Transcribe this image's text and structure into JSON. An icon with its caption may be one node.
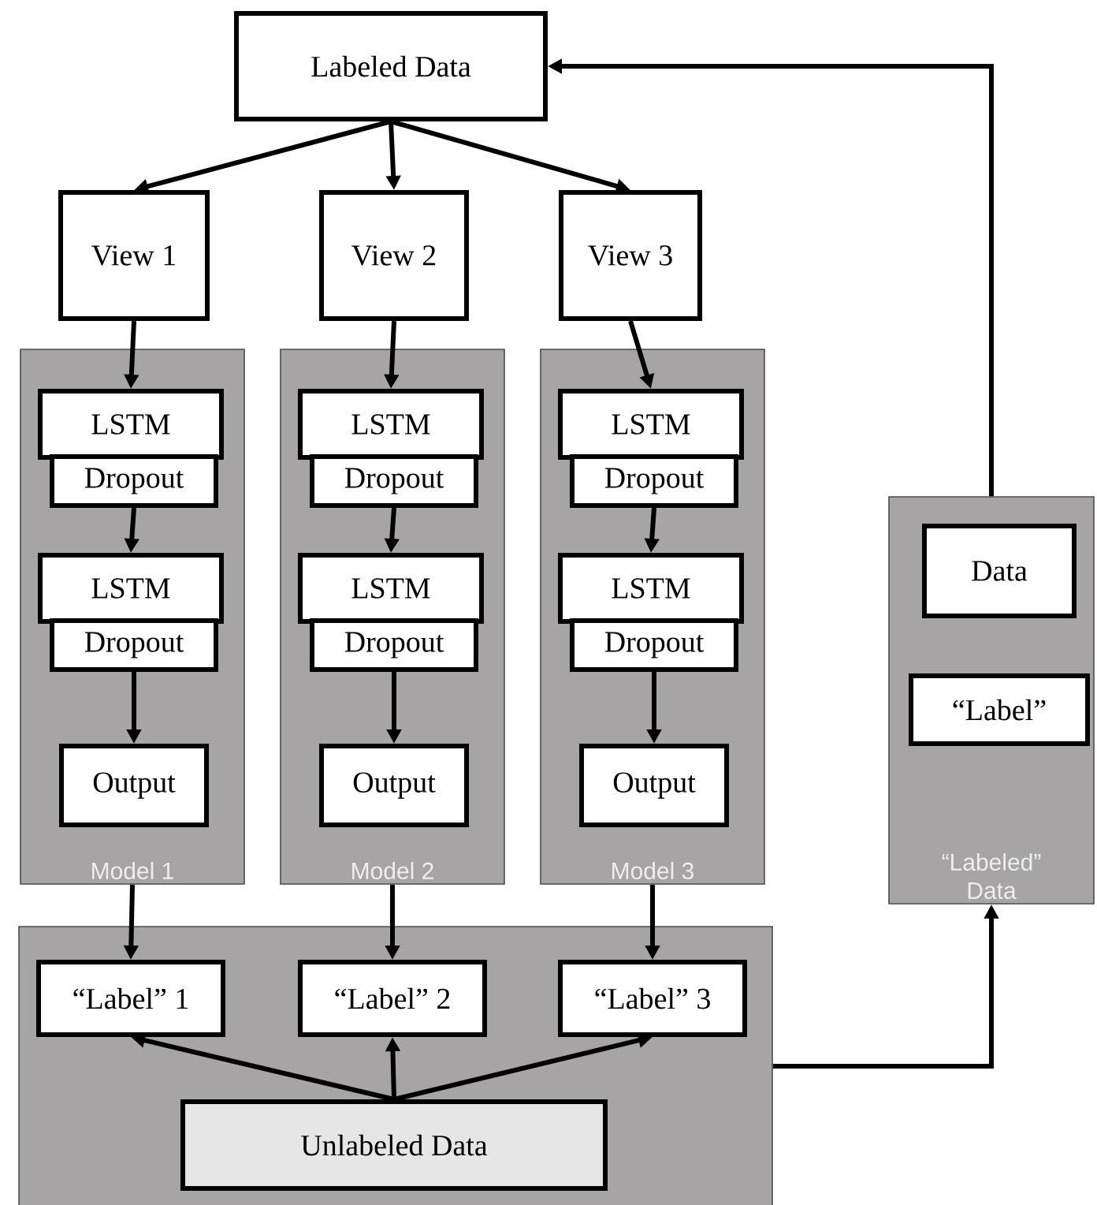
{
  "diagram": {
    "nodes": [
      {
        "text": [
          "Labeled Data"
        ]
      },
      {
        "text": [
          "View 1"
        ]
      },
      {
        "text": [
          "View 2"
        ]
      },
      {
        "text": [
          "View 3"
        ]
      },
      {
        "text": [
          "Model 1"
        ]
      },
      {
        "text": [
          "LSTM"
        ],
        "in": 4
      },
      {
        "text": [
          "Dropout"
        ],
        "in": 4
      },
      {
        "text": [
          "LSTM"
        ],
        "in": 4
      },
      {
        "text": [
          "Dropout"
        ],
        "in": 4
      },
      {
        "text": [
          "Output"
        ],
        "in": 4
      },
      {
        "text": [
          "Model 2"
        ]
      },
      {
        "text": [
          "LSTM"
        ],
        "in": 10
      },
      {
        "text": [
          "Dropout"
        ],
        "in": 10
      },
      {
        "text": [
          "LSTM"
        ],
        "in": 10
      },
      {
        "text": [
          "Dropout"
        ],
        "in": 10
      },
      {
        "text": [
          "Output"
        ],
        "in": 10
      },
      {
        "text": [
          "Model 3"
        ]
      },
      {
        "text": [
          "LSTM"
        ],
        "in": 16
      },
      {
        "text": [
          "Dropout"
        ],
        "in": 16
      },
      {
        "text": [
          "LSTM"
        ],
        "in": 16
      },
      {
        "text": [
          "Dropout"
        ],
        "in": 16
      },
      {
        "text": [
          "Output"
        ],
        "in": 16
      },
      {
        "text": [
          "“Labeled” Data"
        ]
      },
      {
        "text": [
          "Data"
        ],
        "in": 22
      },
      {
        "text": [
          "“Label”"
        ],
        "in": 22
      },
      {
        "text": [],
        "shape": "box"
      },
      {
        "text": [
          "“Label” 1"
        ],
        "in": 25
      },
      {
        "text": [
          "“Label” 2"
        ],
        "in": 25
      },
      {
        "text": [
          "“Label” 3"
        ],
        "in": 25
      },
      {
        "text": [
          "Unlabeled Data"
        ],
        "in": 25
      }
    ],
    "edges": [
      {
        "from": 0,
        "to": 1,
        "arrow": "to"
      },
      {
        "from": 0,
        "to": 2,
        "arrow": "to"
      },
      {
        "from": 0,
        "to": 3,
        "arrow": "to"
      },
      {
        "from": 1,
        "to": 5,
        "arrow": "to"
      },
      {
        "from": 6,
        "to": 7,
        "arrow": "to"
      },
      {
        "from": 8,
        "to": 9,
        "arrow": "to"
      },
      {
        "from": 2,
        "to": 11,
        "arrow": "to"
      },
      {
        "from": 12,
        "to": 13,
        "arrow": "to"
      },
      {
        "from": 14,
        "to": 15,
        "arrow": "to"
      },
      {
        "from": 3,
        "to": 17,
        "arrow": "to"
      },
      {
        "from": 18,
        "to": 19,
        "arrow": "to"
      },
      {
        "from": 20,
        "to": 21,
        "arrow": "to"
      },
      {
        "from": 4,
        "to": 26,
        "arrow": "to"
      },
      {
        "from": 10,
        "to": 27,
        "arrow": "to"
      },
      {
        "from": 16,
        "to": 28,
        "arrow": "to"
      },
      {
        "from": 29,
        "to": 26,
        "arrow": "to"
      },
      {
        "from": 29,
        "to": 27,
        "arrow": "to"
      },
      {
        "from": 29,
        "to": 28,
        "arrow": "to"
      },
      {
        "from": 25,
        "to": 22,
        "arrow": "to"
      },
      {
        "from": 22,
        "to": 0,
        "arrow": "to"
      }
    ]
  }
}
